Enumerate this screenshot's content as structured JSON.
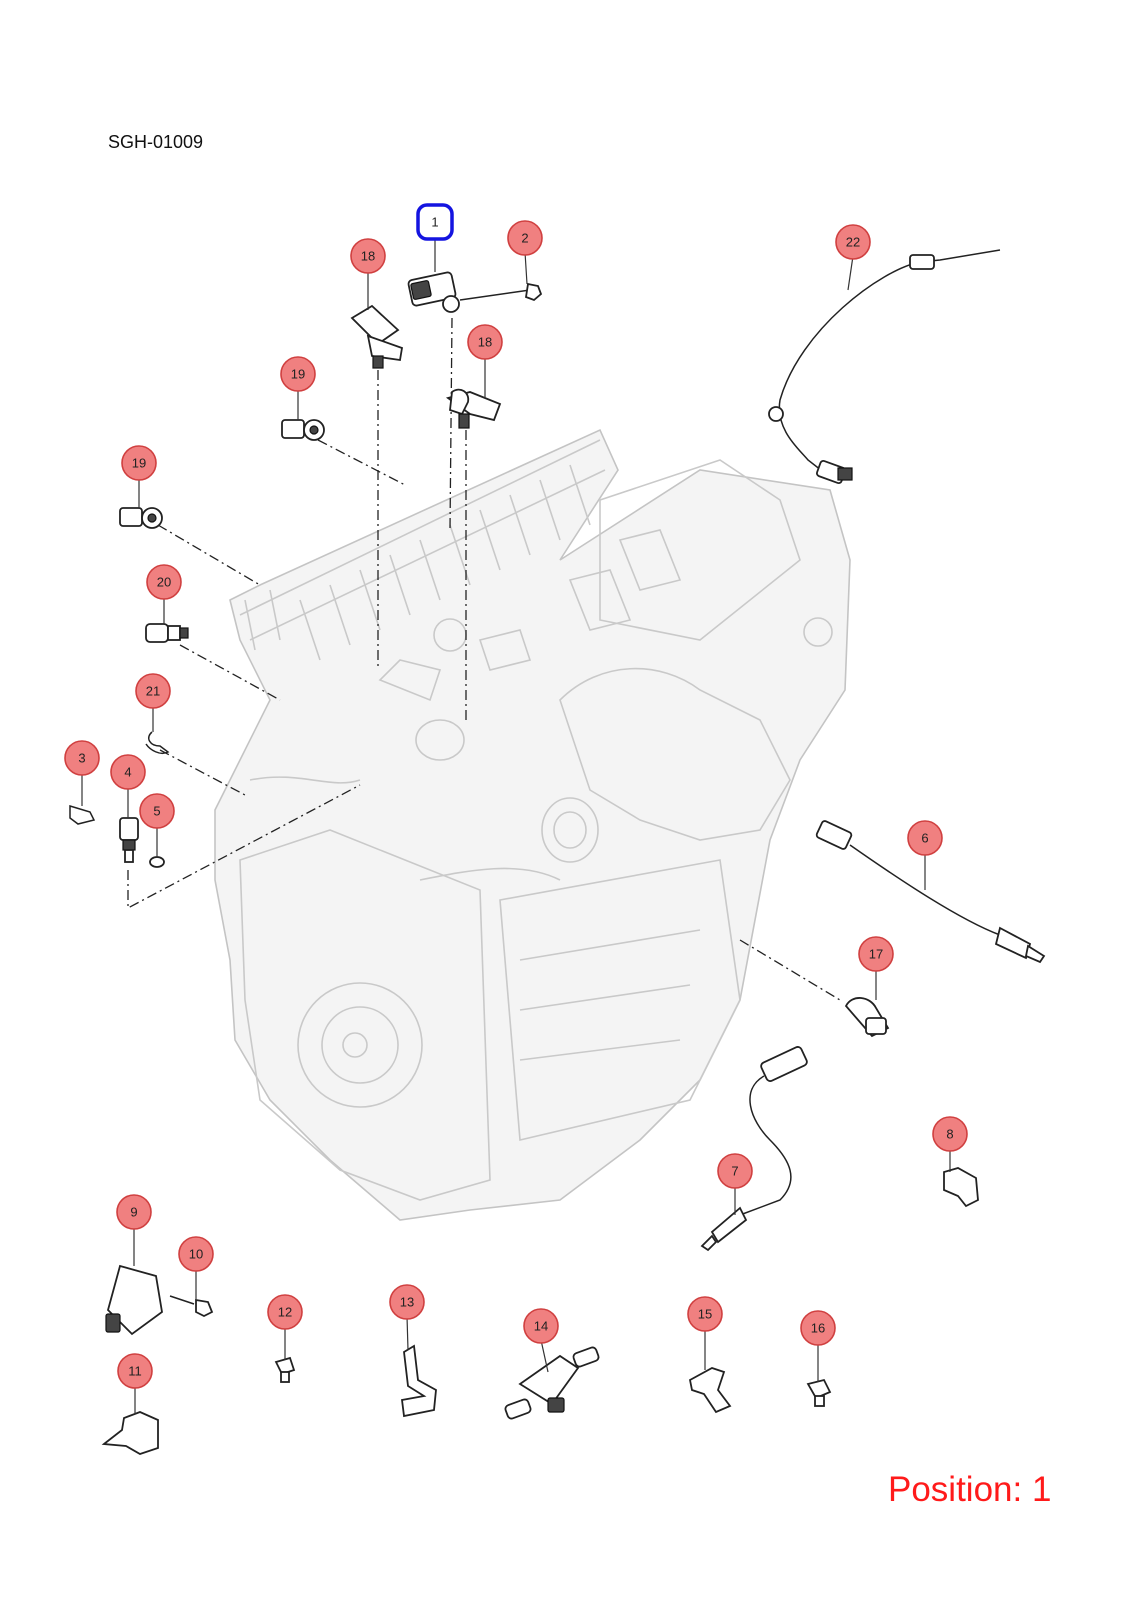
{
  "document": {
    "id": "SGH-01009"
  },
  "position_label": "Position: 1",
  "selected_part": "1",
  "colors": {
    "callout_fill": "#f08080",
    "selection": "#1414e0",
    "position_text": "#ff1a1a"
  },
  "callouts": [
    {
      "key": "c1",
      "label": "1",
      "selected": true
    },
    {
      "key": "c2",
      "label": "2"
    },
    {
      "key": "c3",
      "label": "3"
    },
    {
      "key": "c4",
      "label": "4"
    },
    {
      "key": "c5",
      "label": "5"
    },
    {
      "key": "c6",
      "label": "6"
    },
    {
      "key": "c7",
      "label": "7"
    },
    {
      "key": "c8",
      "label": "8"
    },
    {
      "key": "c9",
      "label": "9"
    },
    {
      "key": "c10",
      "label": "10"
    },
    {
      "key": "c11",
      "label": "11"
    },
    {
      "key": "c12",
      "label": "12"
    },
    {
      "key": "c13",
      "label": "13"
    },
    {
      "key": "c14",
      "label": "14"
    },
    {
      "key": "c15",
      "label": "15"
    },
    {
      "key": "c16",
      "label": "16"
    },
    {
      "key": "c17",
      "label": "17"
    },
    {
      "key": "c18a",
      "label": "18"
    },
    {
      "key": "c18b",
      "label": "18"
    },
    {
      "key": "c19a",
      "label": "19"
    },
    {
      "key": "c19b",
      "label": "19"
    },
    {
      "key": "c20",
      "label": "20"
    },
    {
      "key": "c21",
      "label": "21"
    },
    {
      "key": "c22",
      "label": "22"
    }
  ]
}
